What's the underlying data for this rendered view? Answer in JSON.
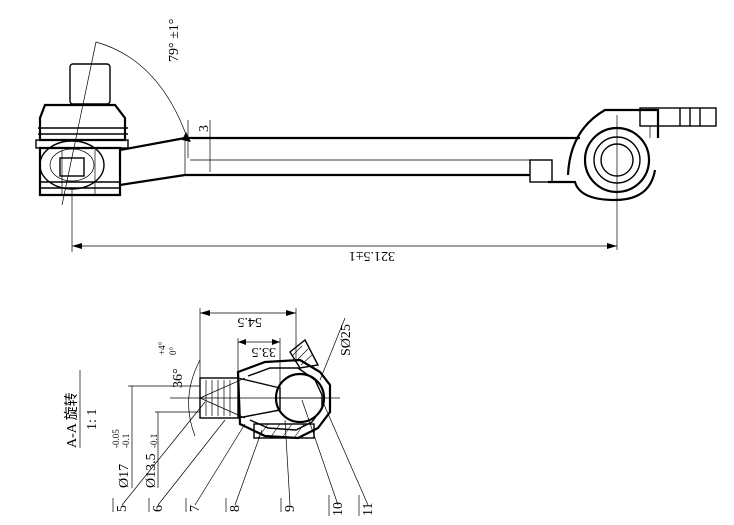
{
  "top_view": {
    "angle_label": "79° ±1°",
    "small_dim": "3",
    "length_dim": "321.5±1"
  },
  "section_view": {
    "title": "A-A 旋转",
    "scale": "1: 1",
    "dim_54_5": "54.5",
    "dim_33_5": "33.5",
    "sphere_dim": "SØ25",
    "cone_angle": "36°",
    "cone_tol_upper": "+4°",
    "cone_tol_lower": "0°",
    "dia_17": "Ø17",
    "dia_17_tol_upper": "-0.05",
    "dia_17_tol_lower": "-0.1",
    "dia_13_5": "Ø13.5",
    "dia_13_5_tol": "-0.1"
  },
  "callouts": [
    "5",
    "6",
    "7",
    "8",
    "9",
    "10",
    "11"
  ]
}
